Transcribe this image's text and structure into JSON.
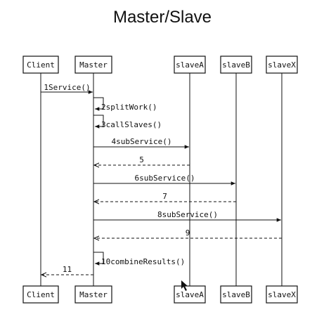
{
  "title": "Master/Slave",
  "participants": [
    {
      "id": "client",
      "label": "Client"
    },
    {
      "id": "master",
      "label": "Master"
    },
    {
      "id": "slaveA",
      "label": "slaveA"
    },
    {
      "id": "slaveB",
      "label": "slaveB"
    },
    {
      "id": "slaveX",
      "label": "slaveX"
    }
  ],
  "messages": [
    {
      "from": "client",
      "to": "master",
      "label": "1Service()",
      "style": "solid"
    },
    {
      "from": "master",
      "to": "master",
      "label": "2splitWork()",
      "style": "self"
    },
    {
      "from": "master",
      "to": "master",
      "label": "3callSlaves()",
      "style": "self"
    },
    {
      "from": "master",
      "to": "slaveA",
      "label": "4subService()",
      "style": "solid"
    },
    {
      "from": "slaveA",
      "to": "master",
      "label": "5",
      "style": "dashed"
    },
    {
      "from": "master",
      "to": "slaveB",
      "label": "6subService()",
      "style": "solid"
    },
    {
      "from": "slaveB",
      "to": "master",
      "label": "7",
      "style": "dashed"
    },
    {
      "from": "master",
      "to": "slaveX",
      "label": "8subService()",
      "style": "solid"
    },
    {
      "from": "slaveX",
      "to": "master",
      "label": "9",
      "style": "dashed"
    },
    {
      "from": "master",
      "to": "master",
      "label": "10combineResults()",
      "style": "self"
    },
    {
      "from": "master",
      "to": "client",
      "label": "11",
      "style": "dashed"
    }
  ]
}
